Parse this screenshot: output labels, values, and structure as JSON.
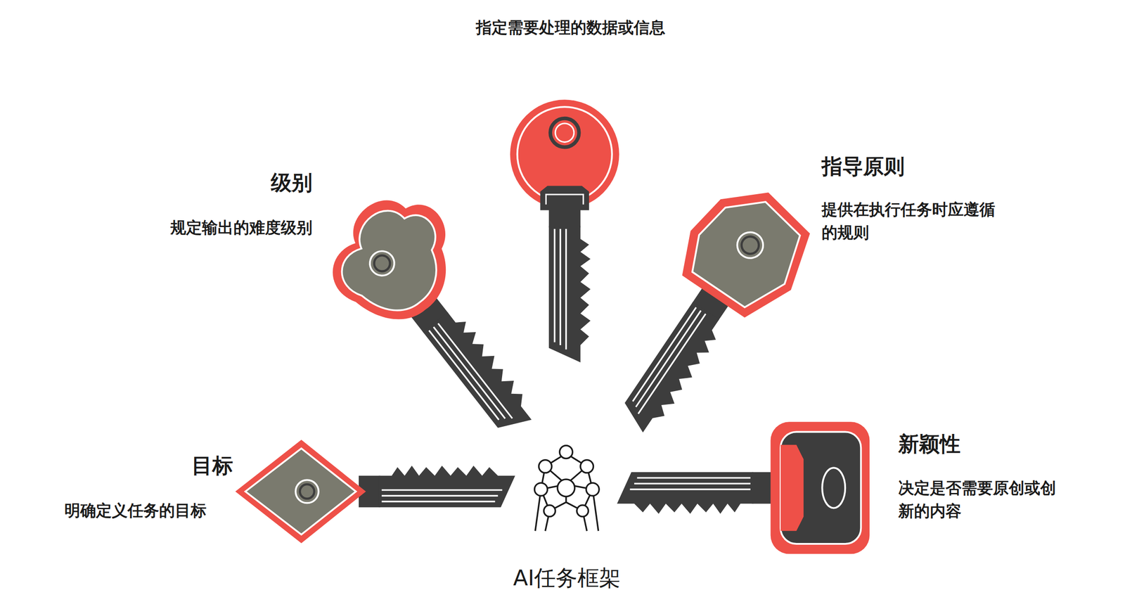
{
  "diagram": {
    "labels": [
      "指定需要处理的数据或信息",
      "级别",
      "规定输出的难度级别",
      "指导原则",
      "提供在执行任务时应遵循的规则",
      "目标",
      "明确定义任务的目标",
      "新颖性",
      "决定是否需要原创或创新的内容",
      "AI任务框架"
    ]
  }
}
